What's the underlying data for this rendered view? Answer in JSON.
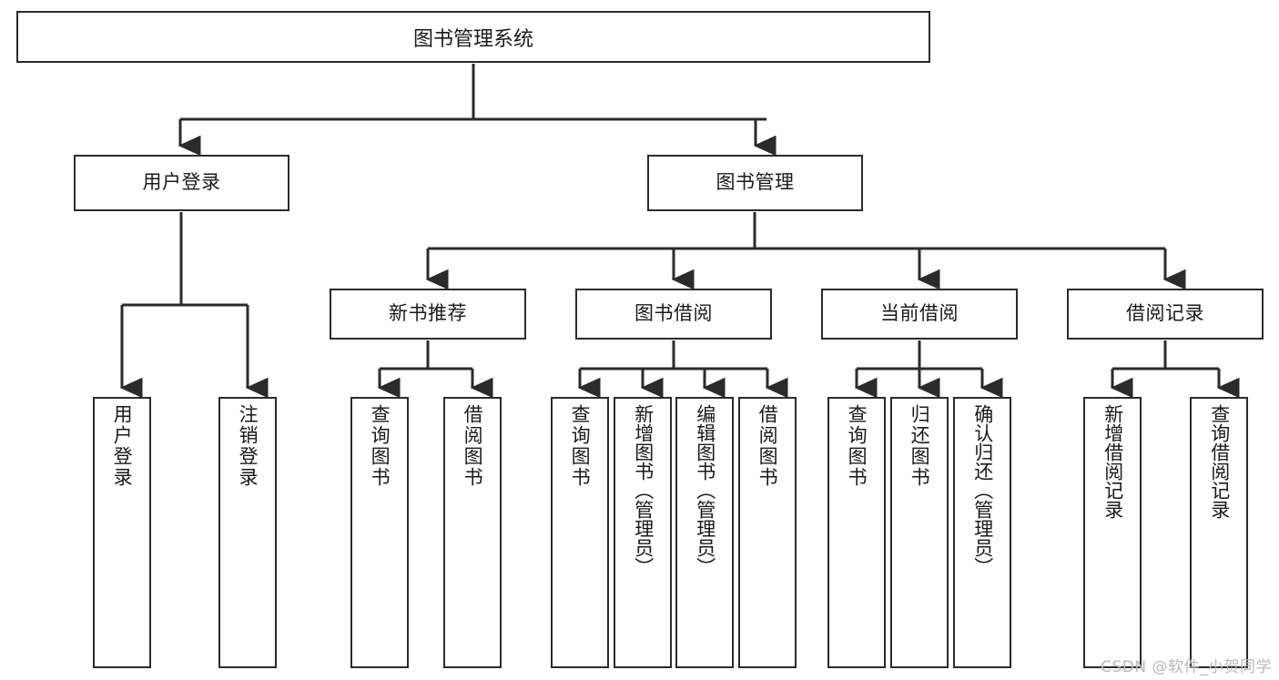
{
  "diagram": {
    "title": "图书管理系统",
    "type": "tree-hierarchy-diagram",
    "colors": {
      "box_border": "#2b2b2b",
      "box_fill": "#ffffff",
      "connector": "#2b2b2b",
      "text": "#1a1a1a",
      "watermark": "#b9b9b9",
      "background": "#ffffff"
    },
    "root": {
      "label": "图书管理系统"
    },
    "level2": [
      {
        "label": "用户登录"
      },
      {
        "label": "图书管理"
      }
    ],
    "level3": [
      {
        "label": "新书推荐"
      },
      {
        "label": "图书借阅"
      },
      {
        "label": "当前借阅"
      },
      {
        "label": "借阅记录"
      }
    ],
    "leaves": {
      "user_login": [
        {
          "label": "用户登录"
        },
        {
          "label": "注销登录"
        }
      ],
      "new_book_recommend": [
        {
          "label": "查询图书"
        },
        {
          "label": "借阅图书"
        }
      ],
      "book_borrow": [
        {
          "label": "查询图书"
        },
        {
          "label": "新增图书（管理员）"
        },
        {
          "label": "编辑图书（管理员）"
        },
        {
          "label": "借阅图书"
        }
      ],
      "current_borrow": [
        {
          "label": "查询图书"
        },
        {
          "label": "归还图书"
        },
        {
          "label": "确认归还（管理员）"
        }
      ],
      "borrow_record": [
        {
          "label": "新增借阅记录"
        },
        {
          "label": "查询借阅记录"
        }
      ]
    }
  },
  "watermark": {
    "text": "CSDN @软件_小贺同学"
  }
}
